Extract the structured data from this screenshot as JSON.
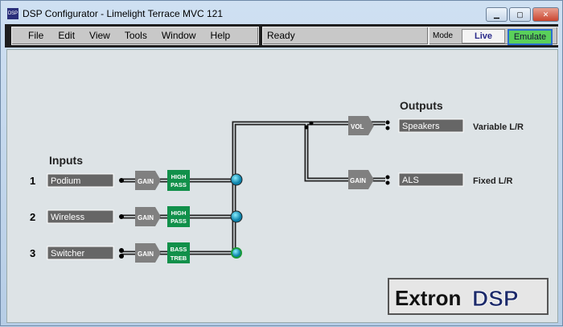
{
  "window": {
    "title": "DSP Configurator - Limelight Terrace  MVC 121",
    "icon_text": "DSP"
  },
  "menu": [
    "File",
    "Edit",
    "View",
    "Tools",
    "Window",
    "Help"
  ],
  "status": "Ready",
  "mode": {
    "label": "Mode",
    "live": "Live",
    "emulate": "Emulate",
    "selected": "Emulate"
  },
  "inputs": {
    "heading": "Inputs",
    "rows": [
      {
        "num": "1",
        "name": "Podium",
        "gain": "GAIN",
        "filter1": "HIGH",
        "filter2": "PASS"
      },
      {
        "num": "2",
        "name": "Wireless",
        "gain": "GAIN",
        "filter1": "HIGH",
        "filter2": "PASS"
      },
      {
        "num": "3",
        "name": "Switcher",
        "gain": "GAIN",
        "filter1": "BASS",
        "filter2": "TREB"
      }
    ]
  },
  "outputs": {
    "heading": "Outputs",
    "rows": [
      {
        "block": "VOL",
        "name": "Speakers",
        "desc": "Variable L/R"
      },
      {
        "block": "GAIN",
        "name": "ALS",
        "desc": "Fixed L/R"
      }
    ]
  },
  "logo": {
    "brand": "Extron",
    "product": "DSP"
  }
}
